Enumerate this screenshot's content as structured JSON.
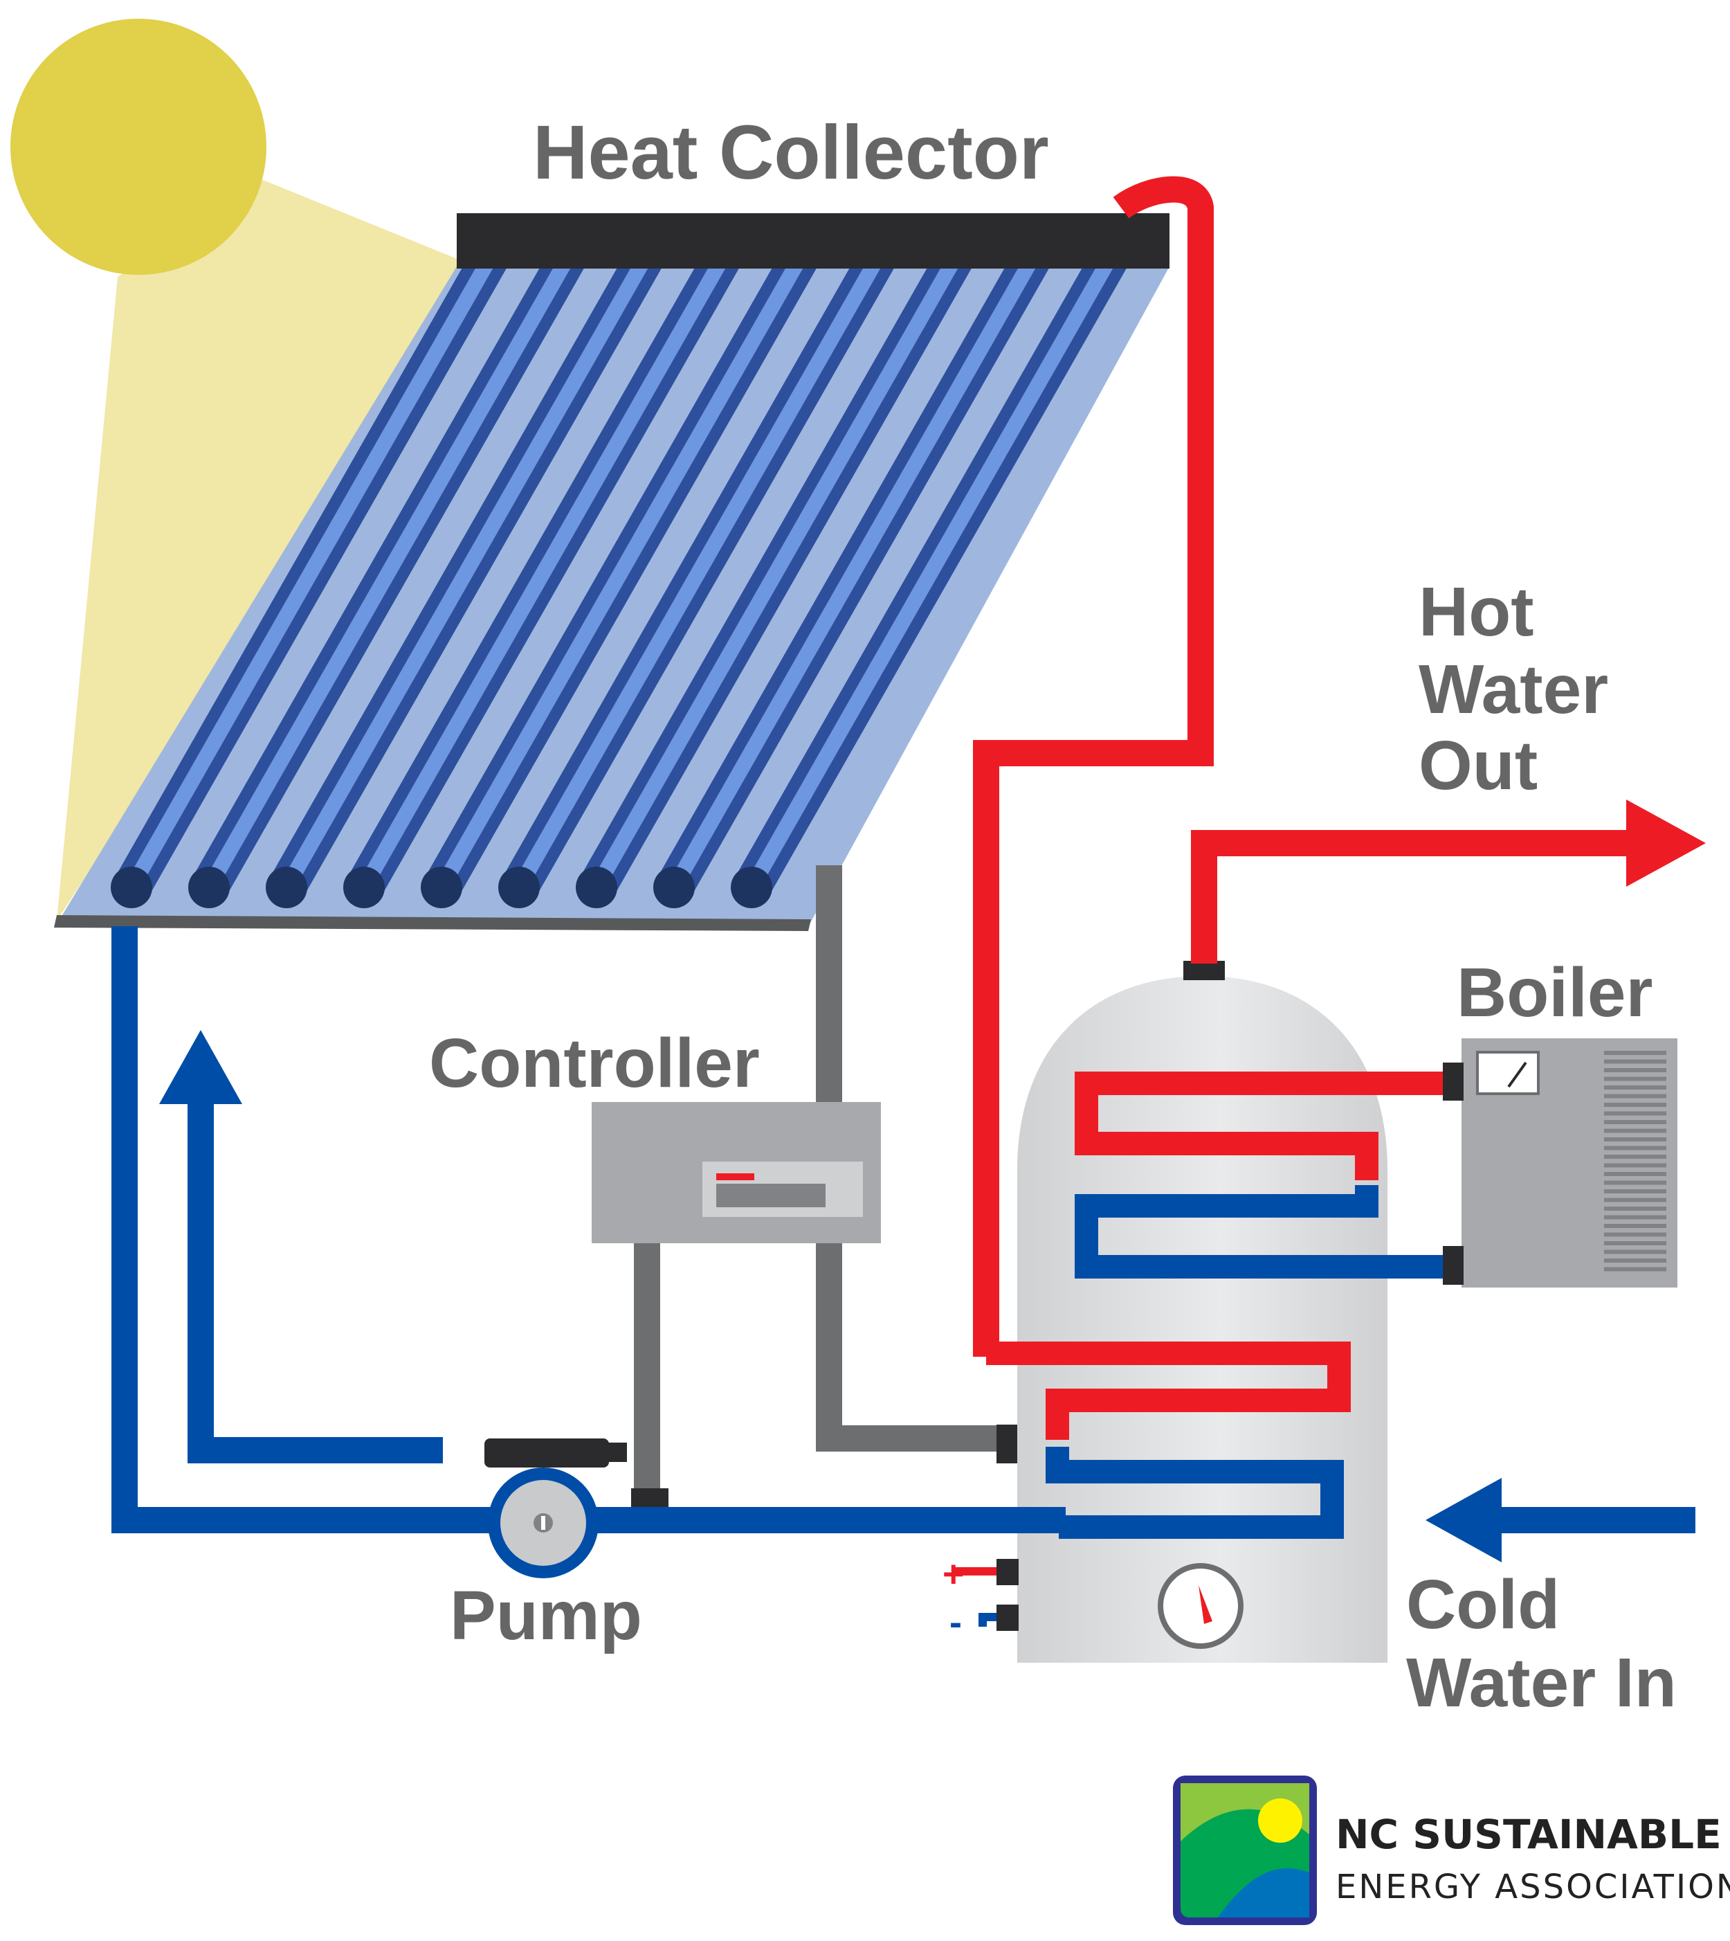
{
  "labels": {
    "heat_collector": "Heat Collector",
    "hot_water_out_1": "Hot",
    "hot_water_out_2": "Water",
    "hot_water_out_3": "Out",
    "boiler": "Boiler",
    "controller": "Controller",
    "pump": "Pump",
    "cold_water_in_1": "Cold",
    "cold_water_in_2": "Water In",
    "plus_sign": "+",
    "minus_sign": "-"
  },
  "logo": {
    "line1": "NC SUSTAINABLE",
    "line2": "ENERGY ASSOCIATION"
  },
  "colors": {
    "hot_pipe": "#ed1c24",
    "cold_pipe": "#004da8",
    "control_wire": "#6d6e70",
    "sun": "#e0d04a",
    "sun_ray": "#f1e7a7",
    "collector_panel": "#9fb7de",
    "tube": "#4a78c8",
    "tank": "#d9dadc",
    "boiler": "#a7a9ac"
  },
  "icons": {
    "sun": "sun-icon",
    "gauge": "gauge-icon",
    "logo": "ncsea-logo"
  }
}
